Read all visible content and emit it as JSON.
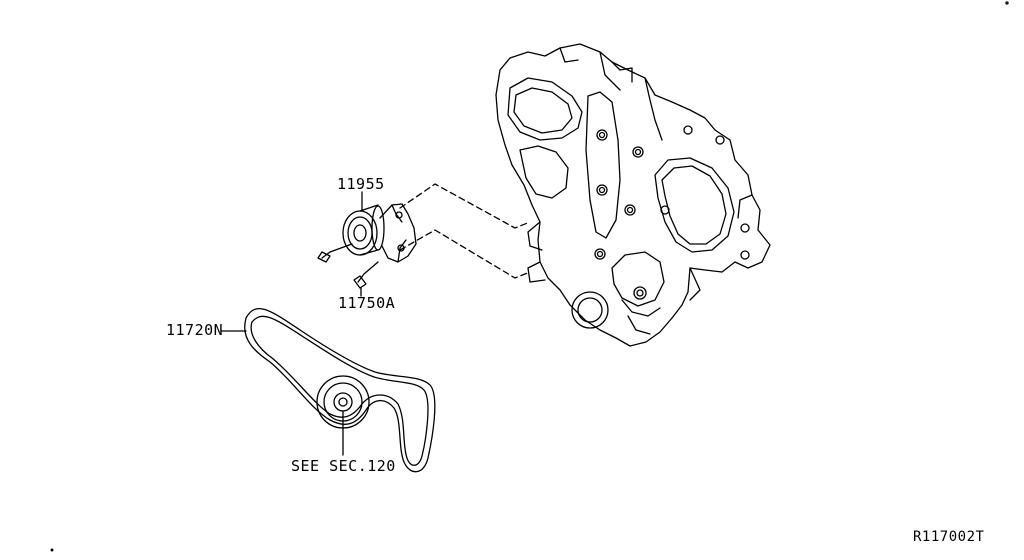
{
  "callouts": {
    "tensioner": "11955",
    "bolt": "11750A",
    "belt": "11720N",
    "reference": "SEE SEC.120"
  },
  "diagram_id": "R117002T",
  "colors": {
    "line": "#000000",
    "background": "#ffffff"
  }
}
